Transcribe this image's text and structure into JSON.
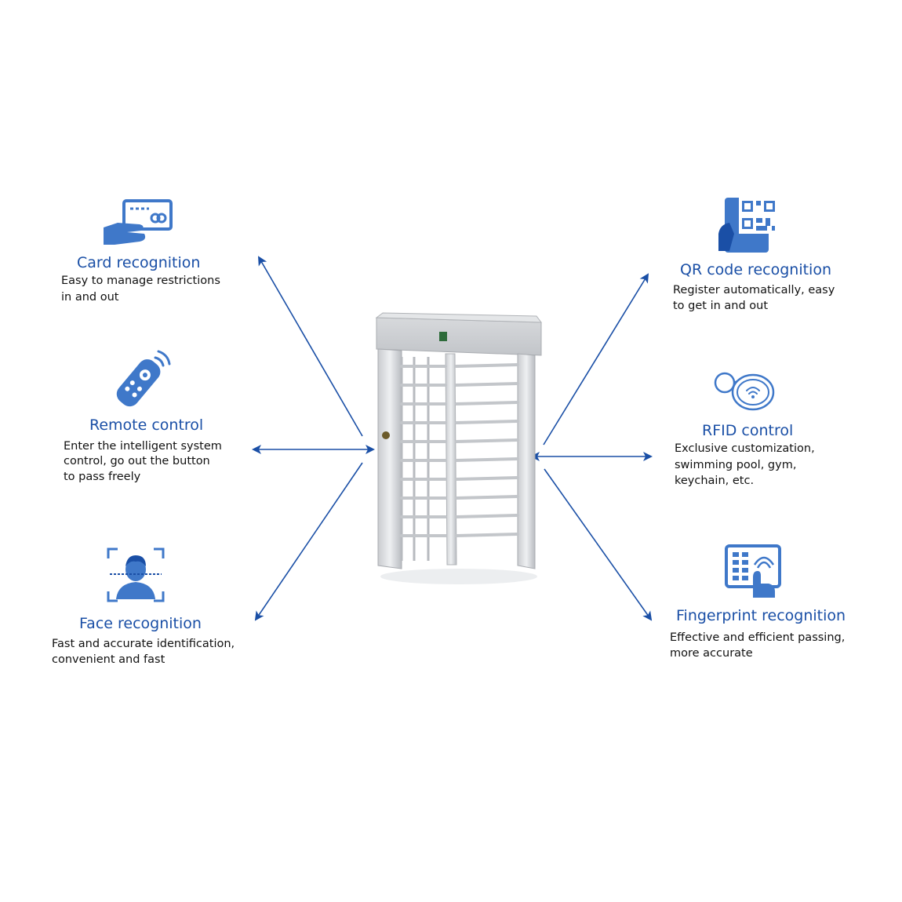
{
  "features": {
    "card": {
      "title": "Card recognition",
      "desc_line1": "Easy to manage restrictions",
      "desc_line2": "in and out",
      "icon": "card-hand-icon"
    },
    "remote": {
      "title": "Remote control",
      "desc_line1": "Enter the intelligent system",
      "desc_line2": "control, go out the button",
      "desc_line3": "to pass freely",
      "icon": "remote-control-icon"
    },
    "face": {
      "title": "Face recognition",
      "desc_line1": "Fast and accurate identification,",
      "desc_line2": "convenient and fast",
      "icon": "face-scan-icon"
    },
    "qr": {
      "title": "QR code recognition",
      "desc_line1": "Register automatically, easy",
      "desc_line2": "to get in and out",
      "icon": "qr-code-phone-icon"
    },
    "rfid": {
      "title": "RFID control",
      "desc_line1": "Exclusive customization,",
      "desc_line2": "swimming pool, gym,",
      "desc_line3": "keychain, etc.",
      "icon": "rfid-tag-icon"
    },
    "fingerprint": {
      "title": "Fingerprint recognition",
      "desc_line1": "Effective and efficient passing,",
      "desc_line2": "more accurate",
      "icon": "fingerprint-keypad-icon"
    }
  },
  "colors": {
    "accent": "#1a4fa6",
    "icon_blue": "#3f78c9",
    "text": "#111111",
    "arrow": "#1a4fa6"
  },
  "center_image": "full-height-turnstile-gate"
}
